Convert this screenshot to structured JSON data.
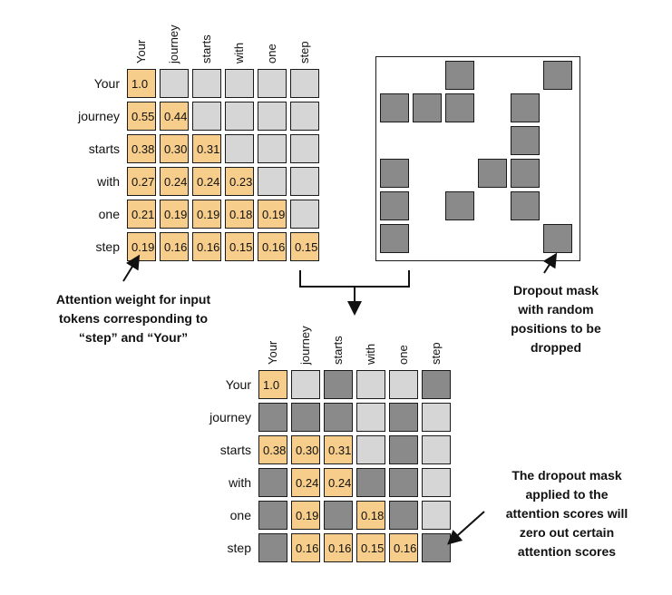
{
  "tokens": [
    "Your",
    "journey",
    "starts",
    "with",
    "one",
    "step"
  ],
  "attention_weights": [
    [
      "1.0",
      "",
      "",
      "",
      "",
      ""
    ],
    [
      "0.55",
      "0.44",
      "",
      "",
      "",
      ""
    ],
    [
      "0.38",
      "0.30",
      "0.31",
      "",
      "",
      ""
    ],
    [
      "0.27",
      "0.24",
      "0.24",
      "0.23",
      "",
      ""
    ],
    [
      "0.21",
      "0.19",
      "0.19",
      "0.18",
      "0.19",
      ""
    ],
    [
      "0.19",
      "0.16",
      "0.16",
      "0.15",
      "0.16",
      "0.15"
    ]
  ],
  "dropout_mask": [
    [
      0,
      0,
      1,
      0,
      0,
      1
    ],
    [
      1,
      1,
      1,
      0,
      1,
      0
    ],
    [
      0,
      0,
      0,
      0,
      1,
      0
    ],
    [
      1,
      0,
      0,
      1,
      1,
      0
    ],
    [
      1,
      0,
      1,
      0,
      1,
      0
    ],
    [
      1,
      0,
      0,
      0,
      0,
      1
    ]
  ],
  "masked_weights": [
    [
      "1.0",
      "",
      "D",
      "",
      "",
      "D"
    ],
    [
      "D",
      "D",
      "D",
      "",
      "D",
      ""
    ],
    [
      "0.38",
      "0.30",
      "0.31",
      "",
      "D",
      ""
    ],
    [
      "D",
      "0.24",
      "0.24",
      "D",
      "D",
      ""
    ],
    [
      "D",
      "0.19",
      "D",
      "0.18",
      "D",
      ""
    ],
    [
      "D",
      "0.16",
      "0.16",
      "0.15",
      "0.16",
      "D"
    ]
  ],
  "annotations": {
    "attention_note": [
      "Attention weight for input",
      "tokens corresponding to",
      "“step” and “Your”"
    ],
    "dropout_note": [
      "Dropout mask",
      "with random",
      "positions to be",
      "dropped"
    ],
    "applied_note": [
      "The dropout mask",
      "applied to the",
      "attention scores will",
      "zero out certain",
      "attention scores"
    ]
  }
}
